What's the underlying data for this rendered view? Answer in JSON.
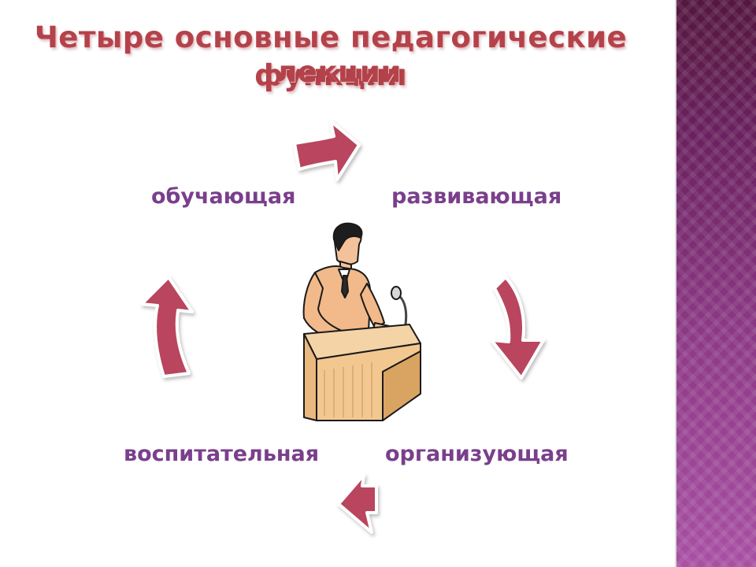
{
  "slide": {
    "title_line1": "Четыре основные педагогические функции",
    "title_line2": "лекции",
    "functions": [
      "обучающая",
      "развивающая",
      "воспитательная",
      "организующая"
    ]
  },
  "icons": {
    "center": "lecturer-at-podium-icon",
    "arrows": [
      "arrow-right-icon",
      "arrow-down-icon",
      "arrow-left-icon",
      "arrow-up-icon"
    ]
  },
  "colors": {
    "title": "#b4424a",
    "labels": "#7a3f8c",
    "arrows": "#b9455f",
    "side_panel": "#8d3a86"
  }
}
